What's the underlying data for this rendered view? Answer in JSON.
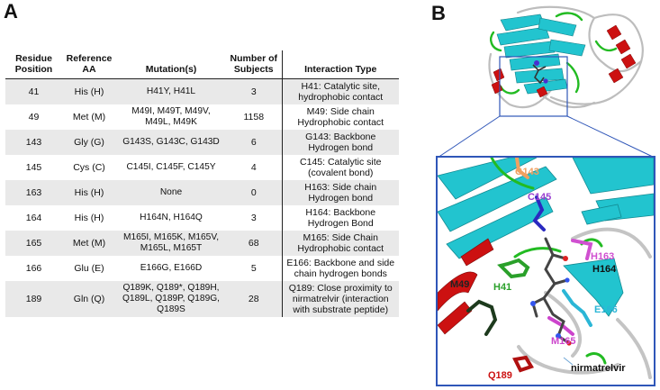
{
  "panel_labels": {
    "a": "A",
    "b": "B"
  },
  "table": {
    "headers": {
      "residue_position": "Residue Position",
      "reference_aa": "Reference AA",
      "mutations": "Mutation(s)",
      "num_subjects": "Number of Subjects",
      "interaction_type": "Interaction Type"
    },
    "rows": [
      {
        "pos": "41",
        "aa": "His (H)",
        "mutations": "H41Y, H41L",
        "subjects": "3",
        "interaction": "H41: Catalytic site, hydrophobic contact"
      },
      {
        "pos": "49",
        "aa": "Met (M)",
        "mutations": "M49I, M49T, M49V, M49L, M49K",
        "subjects": "1158",
        "interaction": "M49: Side chain Hydrophobic contact"
      },
      {
        "pos": "143",
        "aa": "Gly (G)",
        "mutations": "G143S, G143C, G143D",
        "subjects": "6",
        "interaction": "G143: Backbone Hydrogen bond"
      },
      {
        "pos": "145",
        "aa": "Cys (C)",
        "mutations": "C145I, C145F, C145Y",
        "subjects": "4",
        "interaction": "C145: Catalytic site (covalent bond)"
      },
      {
        "pos": "163",
        "aa": "His (H)",
        "mutations": "None",
        "subjects": "0",
        "interaction": "H163: Side chain Hydrogen bond"
      },
      {
        "pos": "164",
        "aa": "His (H)",
        "mutations": "H164N, H164Q",
        "subjects": "3",
        "interaction": "H164: Backbone Hydrogen Bond"
      },
      {
        "pos": "165",
        "aa": "Met (M)",
        "mutations": "M165I, M165K, M165V, M165L, M165T",
        "subjects": "68",
        "interaction": "M165: Side Chain Hydrophobic contact"
      },
      {
        "pos": "166",
        "aa": "Glu (E)",
        "mutations": "E166G, E166D",
        "subjects": "5",
        "interaction": "E166: Backbone and side chain hydrogen bonds"
      },
      {
        "pos": "189",
        "aa": "Gln (Q)",
        "mutations": "Q189K, Q189*, Q189H, Q189L, Q189P, Q189G, Q189S",
        "subjects": "28",
        "interaction": "Q189: Close proximity to nirmatrelvir (interaction with substrate peptide)"
      }
    ]
  },
  "structure_labels": {
    "g143": "G143",
    "c145": "C145",
    "h163": "H163",
    "h164": "H164",
    "m49": "M49",
    "h41": "H41",
    "e166": "E166",
    "m165": "M165",
    "q189": "Q189",
    "ligand": "nirmatrelvir"
  },
  "colors": {
    "helix": "#cc1111",
    "sheet": "#22c4cf",
    "turn": "#22bb22",
    "coil": "#bbbbbb",
    "zoom_box": "#2f56b8",
    "g143": "#f0a060",
    "c145": "#9a3fd0",
    "h163": "#d050d0",
    "h164": "#111111",
    "m49": "#222222",
    "h41": "#2aa02a",
    "e166": "#2bb6d6",
    "m165": "#cc44cc",
    "q189": "#cc1111",
    "ligand": "#111111"
  }
}
